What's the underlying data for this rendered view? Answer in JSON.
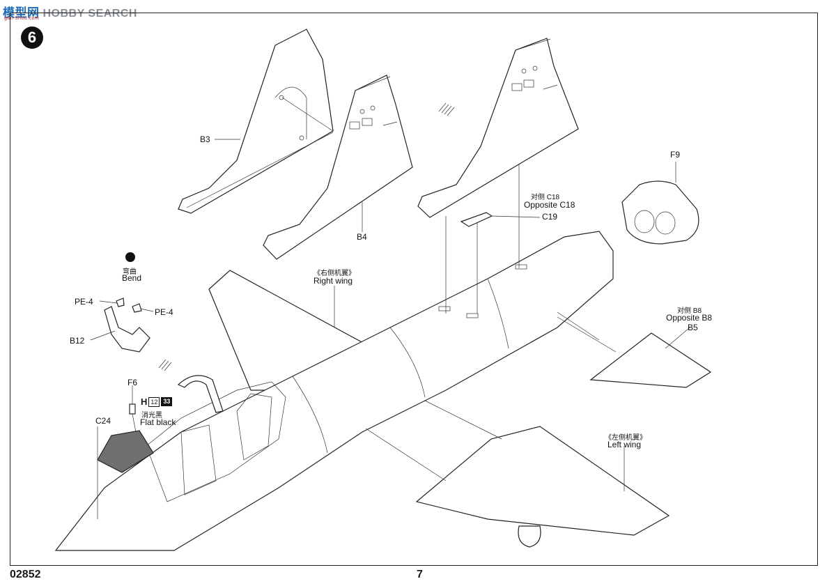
{
  "watermark": {
    "cn": "模型网",
    "en": "HOBBY SEARCH",
    "url": "gan-shou.com"
  },
  "step_number": "6",
  "labels": {
    "b3": "B3",
    "b4": "B4",
    "f9": "F9",
    "opposite_c18_cn": "对侧 C18",
    "opposite_c18": "Opposite C18",
    "c19": "C19",
    "bend_cn": "弯曲",
    "bend": "Bend",
    "pe4_left": "PE-4",
    "pe4_right": "PE-4",
    "b12": "B12",
    "right_wing_cn": "《右侧机翼》",
    "right_wing": "Right wing",
    "opposite_b8_cn": "对侧 B8",
    "opposite_b8": "Opposite B8",
    "b5": "B5",
    "f6": "F6",
    "h_letter": "H",
    "h_box1": "12",
    "h_box2": "33",
    "flat_black_cn": "消光黑",
    "flat_black": "Flat black",
    "c24": "C24",
    "left_wing_cn": "《左侧机翼》",
    "left_wing": "Left wing"
  },
  "footer": {
    "code": "02852",
    "page": "7"
  }
}
